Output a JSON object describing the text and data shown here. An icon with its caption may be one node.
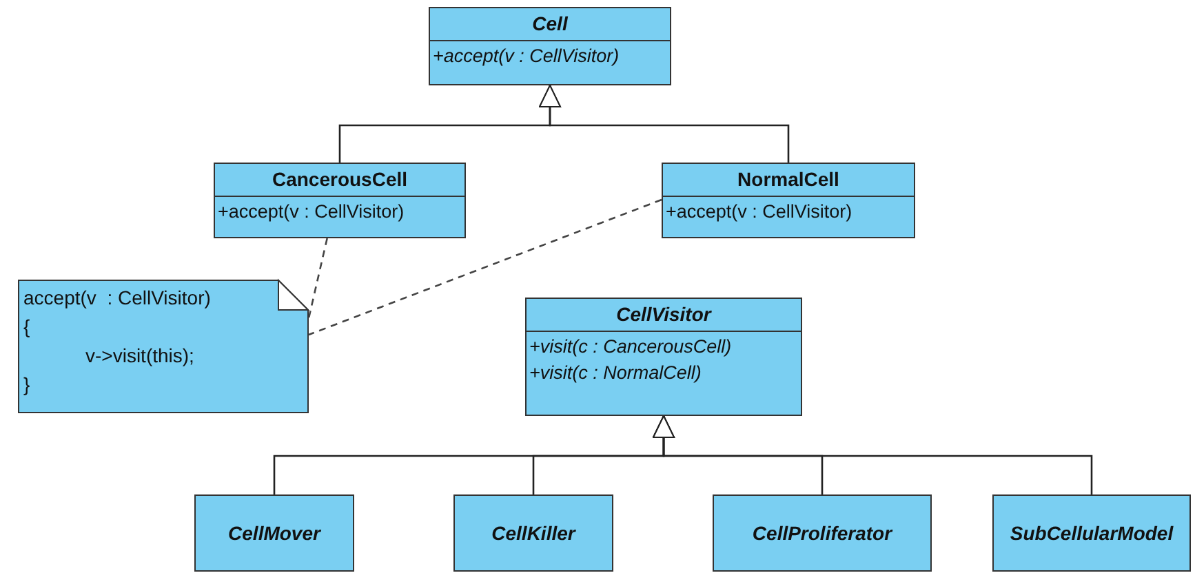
{
  "diagram": {
    "nodes": [
      {
        "text": [
          "Cell",
          "+accept(v : CellVisitor)"
        ]
      },
      {
        "text": [
          "CancerousCell",
          "+accept(v : CellVisitor)"
        ]
      },
      {
        "text": [
          "NormalCell",
          "+accept(v : CellVisitor)"
        ]
      },
      {
        "text": [
          "accept(v  : CellVisitor)",
          "{",
          "v->visit(this);",
          "}"
        ]
      },
      {
        "text": [
          "CellVisitor",
          "+visit(c : CancerousCell)",
          "+visit(c : NormalCell)"
        ]
      },
      {
        "text": [
          "CellMover"
        ]
      },
      {
        "text": [
          "CellKiller"
        ]
      },
      {
        "text": [
          "CellProliferator"
        ]
      },
      {
        "text": [
          "SubCellularModel"
        ]
      }
    ],
    "edges": [
      {
        "from": 1,
        "to": 0,
        "arrow": "to"
      },
      {
        "from": 2,
        "to": 0,
        "arrow": "to"
      },
      {
        "from": 1,
        "to": 3,
        "arrow": "none",
        "style": "dashed"
      },
      {
        "from": 2,
        "to": 3,
        "arrow": "none",
        "style": "dashed"
      },
      {
        "from": 5,
        "to": 4,
        "arrow": "to"
      },
      {
        "from": 6,
        "to": 4,
        "arrow": "to"
      },
      {
        "from": 7,
        "to": 4,
        "arrow": "to"
      },
      {
        "from": 8,
        "to": 4,
        "arrow": "to"
      }
    ]
  }
}
